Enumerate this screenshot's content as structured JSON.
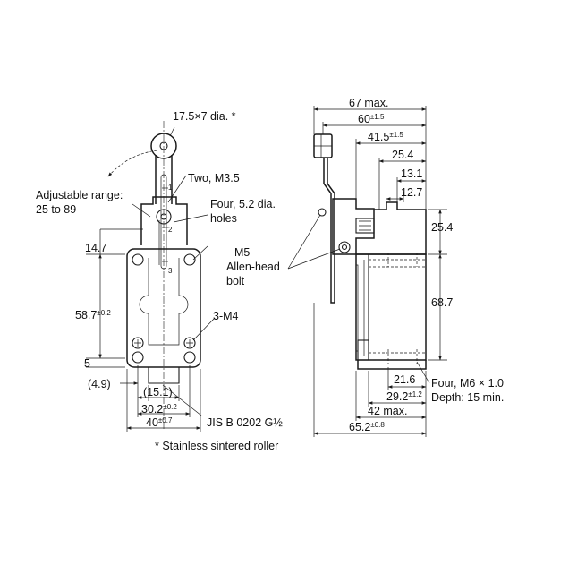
{
  "front_view": {
    "roller": "17.5×7 dia. *",
    "adjustable_range_1": "Adjustable range:",
    "adjustable_range_2": "25 to 89",
    "two_m35": "Two, M3.5",
    "four_holes_1": "Four, 5.2 dia.",
    "four_holes_2": "holes",
    "mark_1": "1",
    "mark_2": "2",
    "mark_3": "3",
    "dim_14_7": "14.7",
    "dim_58_7": "58.7",
    "tol_58_7": "±0.2",
    "m4": "3-M4",
    "dim_5": "5",
    "dim_4_9": "(4.9)",
    "dim_15_1": "(15.1)",
    "dim_30_2": "30.2",
    "tol_30_2": "±0.2",
    "dim_40": "40",
    "tol_40": "±0.7"
  },
  "side_view": {
    "dim_67": "67 max.",
    "dim_60": "60",
    "tol_60": "±1.5",
    "dim_41_5": "41.5",
    "tol_41_5": "±1.5",
    "dim_25_4_top": "25.4",
    "dim_13_1": "13.1",
    "dim_12_7": "12.7",
    "dim_25_4_right": "25.4",
    "m5_1": "M5",
    "m5_2": "Allen-head",
    "m5_3": "bolt",
    "dim_68_7": "68.7",
    "dim_21_6": "21.6",
    "dim_29_2": "29.2",
    "tol_29_2": "±1.2",
    "dim_42": "42 max.",
    "dim_65_2": "65.2",
    "tol_65_2": "±0.8",
    "four_m6_1": "Four, M6 × 1.0",
    "four_m6_2": "Depth: 15 min."
  },
  "notes": {
    "jis": "JIS B 0202 G½",
    "stainless": "* Stainless sintered roller"
  }
}
